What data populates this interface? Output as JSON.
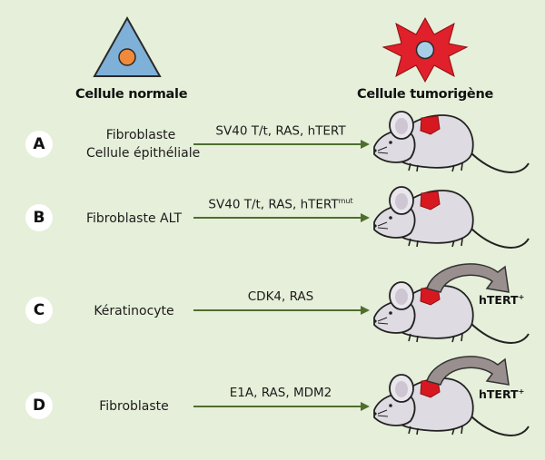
{
  "header": {
    "normal_label": "Cellule normale",
    "tumor_label": "Cellule tumorigène"
  },
  "rows": [
    {
      "letter": "A",
      "cell_line1": "Fibroblaste",
      "cell_line2": "Cellule épithéliale",
      "genes": "SV40 T/t, RAS, hTERT",
      "genes_sup": "",
      "mouse_note": "",
      "mouse_note_sup": ""
    },
    {
      "letter": "B",
      "cell_line1": "Fibroblaste ALT",
      "cell_line2": "",
      "genes": "SV40 T/t, RAS, hTERT",
      "genes_sup": "mut",
      "mouse_note": "",
      "mouse_note_sup": ""
    },
    {
      "letter": "C",
      "cell_line1": "Kératinocyte",
      "cell_line2": "",
      "genes": "CDK4, RAS",
      "genes_sup": "",
      "mouse_note": "hTERT",
      "mouse_note_sup": "+"
    },
    {
      "letter": "D",
      "cell_line1": "Fibroblaste",
      "cell_line2": "",
      "genes": "E1A, RAS, MDM2",
      "genes_sup": "",
      "mouse_note": "hTERT",
      "mouse_note_sup": "+"
    }
  ],
  "colors": {
    "background": "#e6efd9",
    "arrow": "#4f6e2e",
    "triangle_fill": "#7fb0d8",
    "nucleus_orange": "#f08a3a",
    "star_red": "#e0202a",
    "nucleus_blue": "#a8cde6",
    "mouse_body": "#dedbe2",
    "tumor_red": "#d81820",
    "curved_arrow": "#9a8f8f"
  },
  "icons": {
    "normal_cell": "triangle-cell-icon",
    "tumor_cell": "star-cell-icon",
    "mouse": "mouse-icon",
    "curved_arrow": "curved-arrow-icon"
  }
}
